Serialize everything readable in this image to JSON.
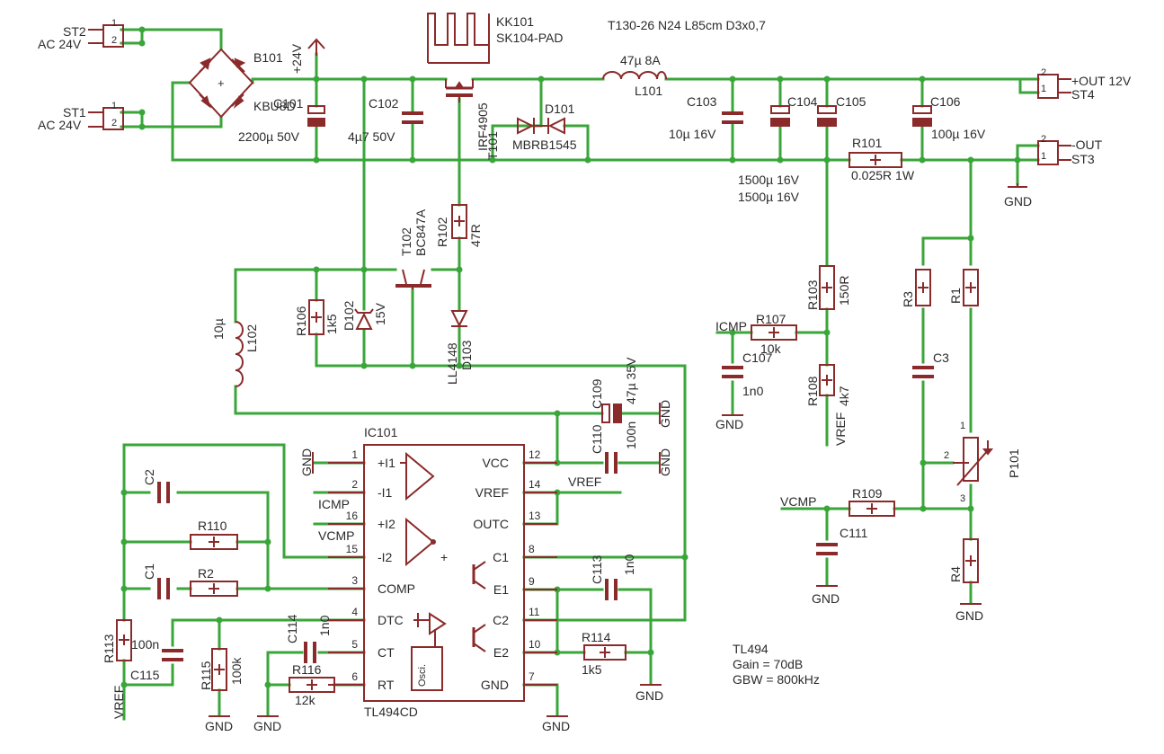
{
  "connectors": {
    "st2": {
      "name": "ST2",
      "label": "AC 24V",
      "pin1": "1",
      "pin2": "2"
    },
    "st1": {
      "name": "ST1",
      "label": "AC 24V",
      "pin1": "1",
      "pin2": "2"
    },
    "st4": {
      "name": "ST4",
      "label": "+OUT 12V",
      "pin2": "2",
      "pin1": "1"
    },
    "st3": {
      "name": "ST3",
      "label": "-OUT",
      "pin2": "2",
      "pin1": "1"
    }
  },
  "parts": {
    "b101": {
      "name": "B101",
      "value": "KBU8D",
      "sym": "+"
    },
    "supply": {
      "label": "+24V"
    },
    "c101": {
      "name": "C101",
      "value": "2200µ 50V"
    },
    "c102": {
      "name": "C102",
      "value": "4µ7 50V"
    },
    "kk101": {
      "name": "KK101",
      "value": "SK104-PAD"
    },
    "t101": {
      "name": "T101",
      "value": "IRF4905"
    },
    "d101": {
      "name": "D101",
      "value": "MBRB1545"
    },
    "l101": {
      "name": "L101",
      "value": "47µ 8A"
    },
    "core_note": "T130-26 N24 L85cm D3x0,7",
    "c103": {
      "name": "C103",
      "value": "10µ 16V"
    },
    "c104": {
      "name": "C104",
      "value": "1500µ 16V"
    },
    "c105": {
      "name": "C105",
      "value": "1500µ 16V"
    },
    "c106": {
      "name": "C106",
      "value": "100µ 16V"
    },
    "r101": {
      "name": "R101",
      "value": "0.025R 1W"
    },
    "t102": {
      "name": "T102",
      "value": "BC847A"
    },
    "r102": {
      "name": "R102",
      "value": "47R"
    },
    "d102": {
      "name": "D102",
      "value": "15V"
    },
    "r106": {
      "name": "R106",
      "value": "1k5"
    },
    "d103": {
      "name": "D103",
      "value": "LL4148"
    },
    "l102": {
      "name": "L102",
      "value": "10µ"
    },
    "c109": {
      "name": "C109",
      "value": "47µ 35V"
    },
    "c110": {
      "name": "C110",
      "value": "100n"
    },
    "r103": {
      "name": "R103",
      "value": "150R"
    },
    "r107": {
      "name": "R107",
      "value": "10k"
    },
    "c107": {
      "name": "C107",
      "value": "1n0"
    },
    "r108": {
      "name": "R108",
      "value": "4k7"
    },
    "r3": {
      "name": "R3"
    },
    "r1": {
      "name": "R1"
    },
    "c3": {
      "name": "C3"
    },
    "p101": {
      "name": "P101",
      "p1": "1",
      "p2": "2",
      "p3": "3"
    },
    "r109": {
      "name": "R109"
    },
    "c111": {
      "name": "C111"
    },
    "r4": {
      "name": "R4"
    },
    "c2": {
      "name": "C2"
    },
    "r110": {
      "name": "R110"
    },
    "c1": {
      "name": "C1"
    },
    "r2": {
      "name": "R2"
    },
    "r113": {
      "name": "R113"
    },
    "c115": {
      "name": "C115",
      "value": "100n"
    },
    "r115": {
      "name": "R115",
      "value": "100k"
    },
    "c114": {
      "name": "C114",
      "value": "1n0"
    },
    "r116": {
      "name": "R116",
      "value": "12k"
    },
    "c113": {
      "name": "C113",
      "value": "1n0"
    },
    "r114": {
      "name": "R114",
      "value": "1k5"
    }
  },
  "ic": {
    "name": "IC101",
    "part": "TL494CD",
    "osc": "Osci.",
    "plus": "+",
    "left_pins": [
      {
        "num": "1",
        "label": "+I1"
      },
      {
        "num": "2",
        "label": "-I1"
      },
      {
        "num": "16",
        "label": "+I2"
      },
      {
        "num": "15",
        "label": "-I2"
      },
      {
        "num": "3",
        "label": "COMP"
      },
      {
        "num": "4",
        "label": "DTC"
      },
      {
        "num": "5",
        "label": "CT"
      },
      {
        "num": "6",
        "label": "RT"
      }
    ],
    "right_pins": [
      {
        "num": "12",
        "label": "VCC"
      },
      {
        "num": "14",
        "label": "VREF"
      },
      {
        "num": "13",
        "label": "OUTC"
      },
      {
        "num": "8",
        "label": "C1"
      },
      {
        "num": "9",
        "label": "E1"
      },
      {
        "num": "11",
        "label": "C2"
      },
      {
        "num": "10",
        "label": "E2"
      },
      {
        "num": "7",
        "label": "GND"
      }
    ]
  },
  "nets": {
    "gnd": "GND",
    "vref": "VREF",
    "icmp": "ICMP",
    "vcmp": "VCMP"
  },
  "notes": {
    "line1": "TL494",
    "line2": "Gain = 70dB",
    "line3": "GBW = 800kHz"
  }
}
